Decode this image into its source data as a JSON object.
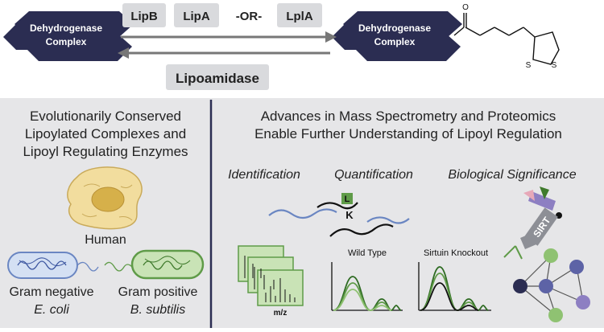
{
  "top": {
    "complex_left": [
      "Dehydrogenase",
      "Complex"
    ],
    "complex_right": [
      "Dehydrogenase",
      "Complex"
    ],
    "enzymes": [
      "LipB",
      "LipA",
      "LplA"
    ],
    "or_text": "-OR-",
    "reverse_enzyme": "Lipoamidase",
    "molecule": {
      "oxygen": "O",
      "sulfur_left": "S",
      "sulfur_right": "S"
    }
  },
  "left_panel": {
    "title": [
      "Evolutionarily Conserved",
      "Lipoylated Complexes and",
      "Lipoyl Regulating Enzymes"
    ],
    "human_label": "Human",
    "gram_negative": "Gram negative",
    "gram_positive": "Gram positive",
    "ecoli": "E. coli",
    "bsubtilis": "B. subtilis"
  },
  "right_panel": {
    "title": [
      "Advances in Mass Spectrometry and Proteomics",
      "Enable Further Understanding of Lipoyl Regulation"
    ],
    "sections": [
      "Identification",
      "Quantification",
      "Biological Significance"
    ],
    "lysine_labels": {
      "L": "L",
      "K": "K"
    },
    "mz_label": "m/z",
    "wild_type": "Wild Type",
    "sirtuin_knockout": "Sirtuin Knockout",
    "sirt_label": "SIRT"
  },
  "colors": {
    "navy": "#2b2d52",
    "panel_bg": "#e6e6e8",
    "enzyme_box": "#d9dadd",
    "green": "#5f9b48",
    "light_green": "#c9e3b6",
    "cell_fill": "#f2dd9e"
  }
}
